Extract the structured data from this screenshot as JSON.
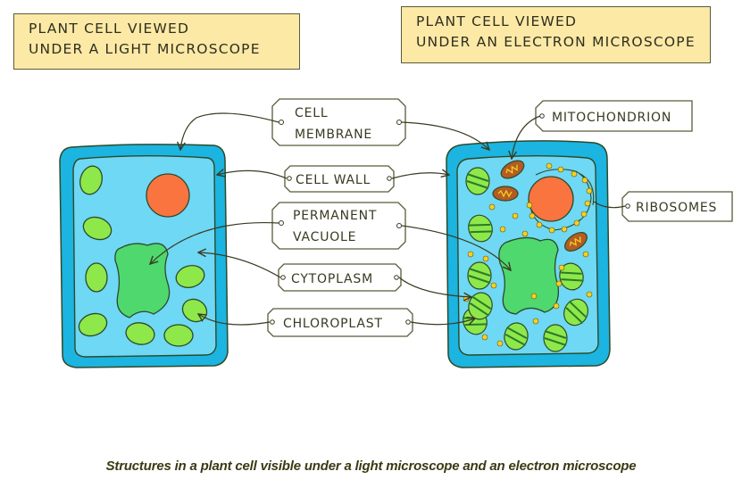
{
  "titles": {
    "light": {
      "line1": "PLANT  CELL  VIEWED",
      "line2": "UNDER  A  LIGHT  MICROSCOPE"
    },
    "electron": {
      "line1": "PLANT  CELL  VIEWED",
      "line2": "UNDER  AN  ELECTRON MICROSCOPE"
    }
  },
  "labels": {
    "cell_membrane": {
      "line1": "CELL",
      "line2": "MEMBRANE"
    },
    "cell_wall": "CELL  WALL",
    "permanent_vacuole": {
      "line1": "PERMANENT",
      "line2": "VACUOLE"
    },
    "cytoplasm": "CYTOPLASM",
    "chloroplast": "CHLOROPLAST",
    "mitochondrion": "MITOCHONDRION",
    "ribosomes": "RIBOSOMES"
  },
  "colors": {
    "title_fill": "#fde9a6",
    "cell_wall": "#1cb4e0",
    "cytoplasm": "#6fd8f4",
    "nucleus": "#fa7440",
    "chloroplast": "#8ee84a",
    "vacuole": "#4fd86e",
    "mitochondrion": "#b45c22",
    "ribosome": "#f6d020",
    "outline": "#2c4a2a"
  },
  "caption": "Structures in a plant cell visible under a light microscope and an electron microscope"
}
